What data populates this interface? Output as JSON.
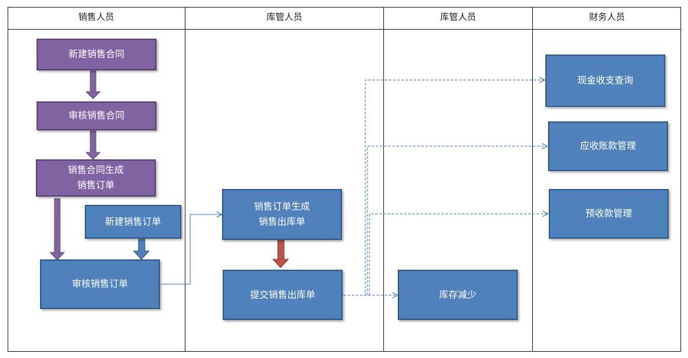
{
  "lanes": [
    "销售人员",
    "库管人员",
    "库管人员",
    "财务人员"
  ],
  "boxes": {
    "new_contract": "新建销售合同",
    "review_contract": "审核销售合同",
    "contract_to_order": "销售合同生成\n销售订单",
    "new_order": "新建销售订单",
    "review_order": "审核销售订单",
    "order_to_outbound": "销售订单生成\n销售出库单",
    "submit_outbound": "提交销售出库单",
    "stock_decrease": "库存减少",
    "cash_query": "现金收支查询",
    "receivables": "应收账款管理",
    "advance_receipts": "预收款管理"
  },
  "colors": {
    "purple_fill": "#8064a2",
    "blue_fill": "#4f81bd",
    "red_arrow": "#c0504d",
    "connector": "#4f81bd"
  }
}
